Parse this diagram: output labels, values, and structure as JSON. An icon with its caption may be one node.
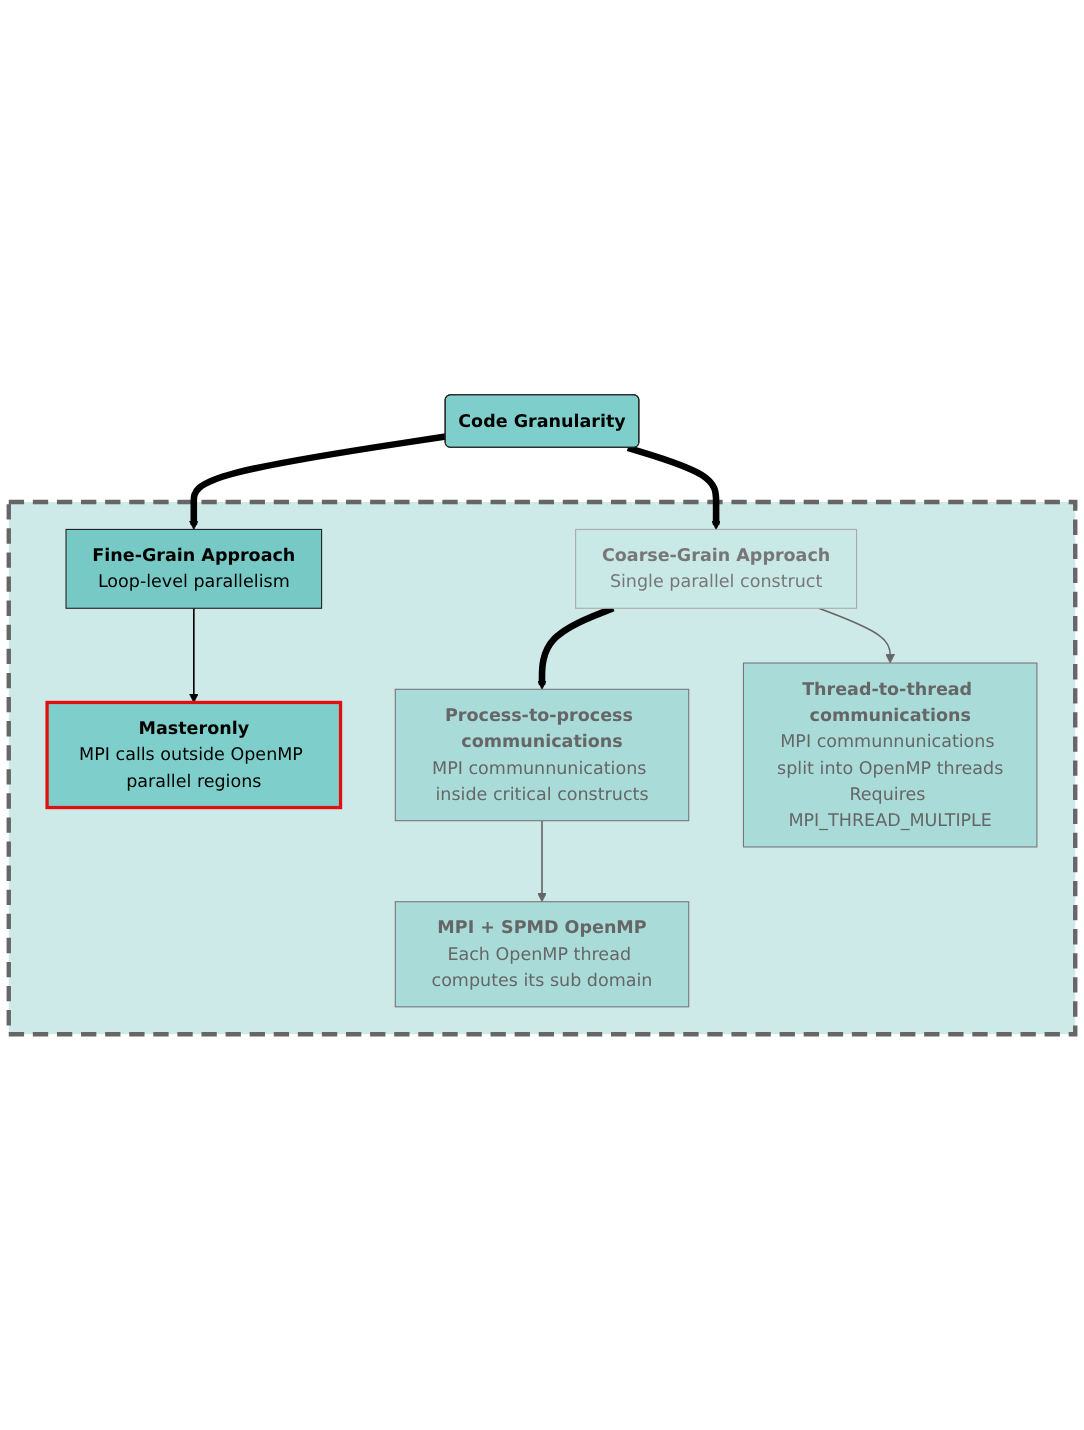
{
  "diagram": {
    "nodes": [
      {
        "text": [
          "Code Granularity"
        ]
      },
      {
        "text": [],
        "shape": "box"
      },
      {
        "text": [
          "Fine-Grain Approach",
          "Loop-level parallelism"
        ],
        "in": 1
      },
      {
        "text": [
          "Masteronly",
          "MPI calls outside OpenMP parallel regions"
        ],
        "in": 1
      },
      {
        "text": [
          "Coarse-Grain Approach",
          "Single parallel construct"
        ],
        "in": 1
      },
      {
        "text": [
          "Process-to-process communications",
          "MPI communnunications inside critical constructs"
        ],
        "in": 1
      },
      {
        "text": [
          "Thread-to-thread communications",
          "MPI communnunications split into OpenMP threads",
          "Requires MPI_THREAD_MULTIPLE"
        ],
        "in": 1
      },
      {
        "text": [
          "MPI + SPMD OpenMP",
          "Each OpenMP thread computes its sub domain"
        ],
        "in": 1
      }
    ],
    "edges": [
      {
        "from": 0,
        "to": 2,
        "arrow": "to",
        "style": "thick"
      },
      {
        "from": 0,
        "to": 4,
        "arrow": "to",
        "style": "thick"
      },
      {
        "from": 2,
        "to": 3,
        "arrow": "to"
      },
      {
        "from": 4,
        "to": 5,
        "arrow": "to",
        "style": "thick"
      },
      {
        "from": 4,
        "to": 6,
        "arrow": "to",
        "color": "#666666"
      },
      {
        "from": 5,
        "to": 7,
        "arrow": "to",
        "color": "#666666"
      }
    ]
  }
}
